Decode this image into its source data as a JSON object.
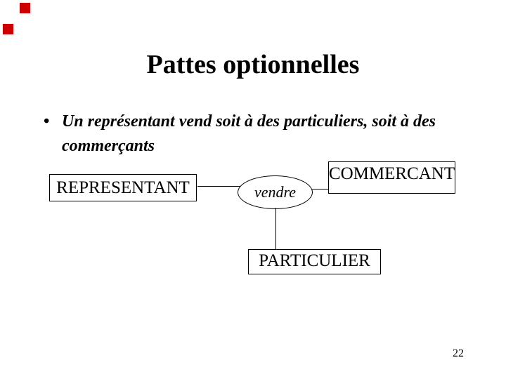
{
  "slide": {
    "title": "Pattes optionnelles",
    "bullet_marker": "•",
    "bullet_text": "Un représentant vend soit à des particuliers, soit à des\ncommerçants",
    "page_number": "22",
    "decor_color": "#cc0000",
    "background_color": "#ffffff",
    "text_color": "#000000"
  },
  "diagram": {
    "entities": [
      {
        "label": "REPRESENTANT"
      },
      {
        "label": "COMMERCANT"
      },
      {
        "label": "PARTICULIER"
      }
    ],
    "relation": {
      "label": "vendre"
    }
  }
}
